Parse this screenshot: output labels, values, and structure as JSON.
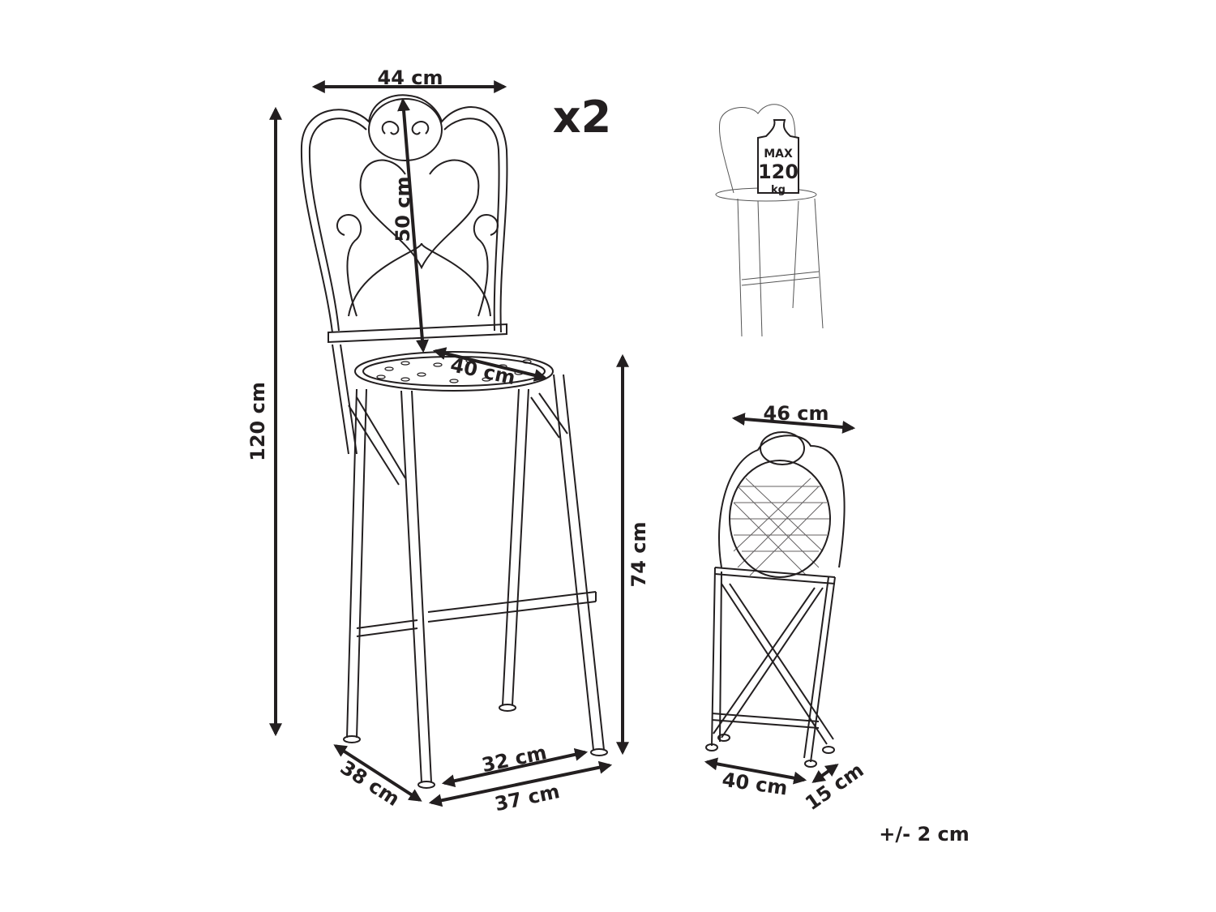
{
  "diagram": {
    "quantity": "x2",
    "tolerance": "+/- 2 cm",
    "colors": {
      "ink": "#231f20",
      "background": "#ffffff"
    },
    "main_chair": {
      "backrest_width": "44 cm",
      "backrest_height": "50 cm",
      "total_height": "120 cm",
      "seat_diameter": "40 cm",
      "seat_height": "74 cm",
      "footrest_width": "32 cm",
      "base_width": "37 cm",
      "base_depth": "38 cm"
    },
    "load_icon": {
      "line1": "MAX",
      "line2": "120",
      "line3": "kg"
    },
    "folded_chair": {
      "width": "46 cm",
      "depth": "40 cm",
      "thickness": "15 cm"
    }
  }
}
